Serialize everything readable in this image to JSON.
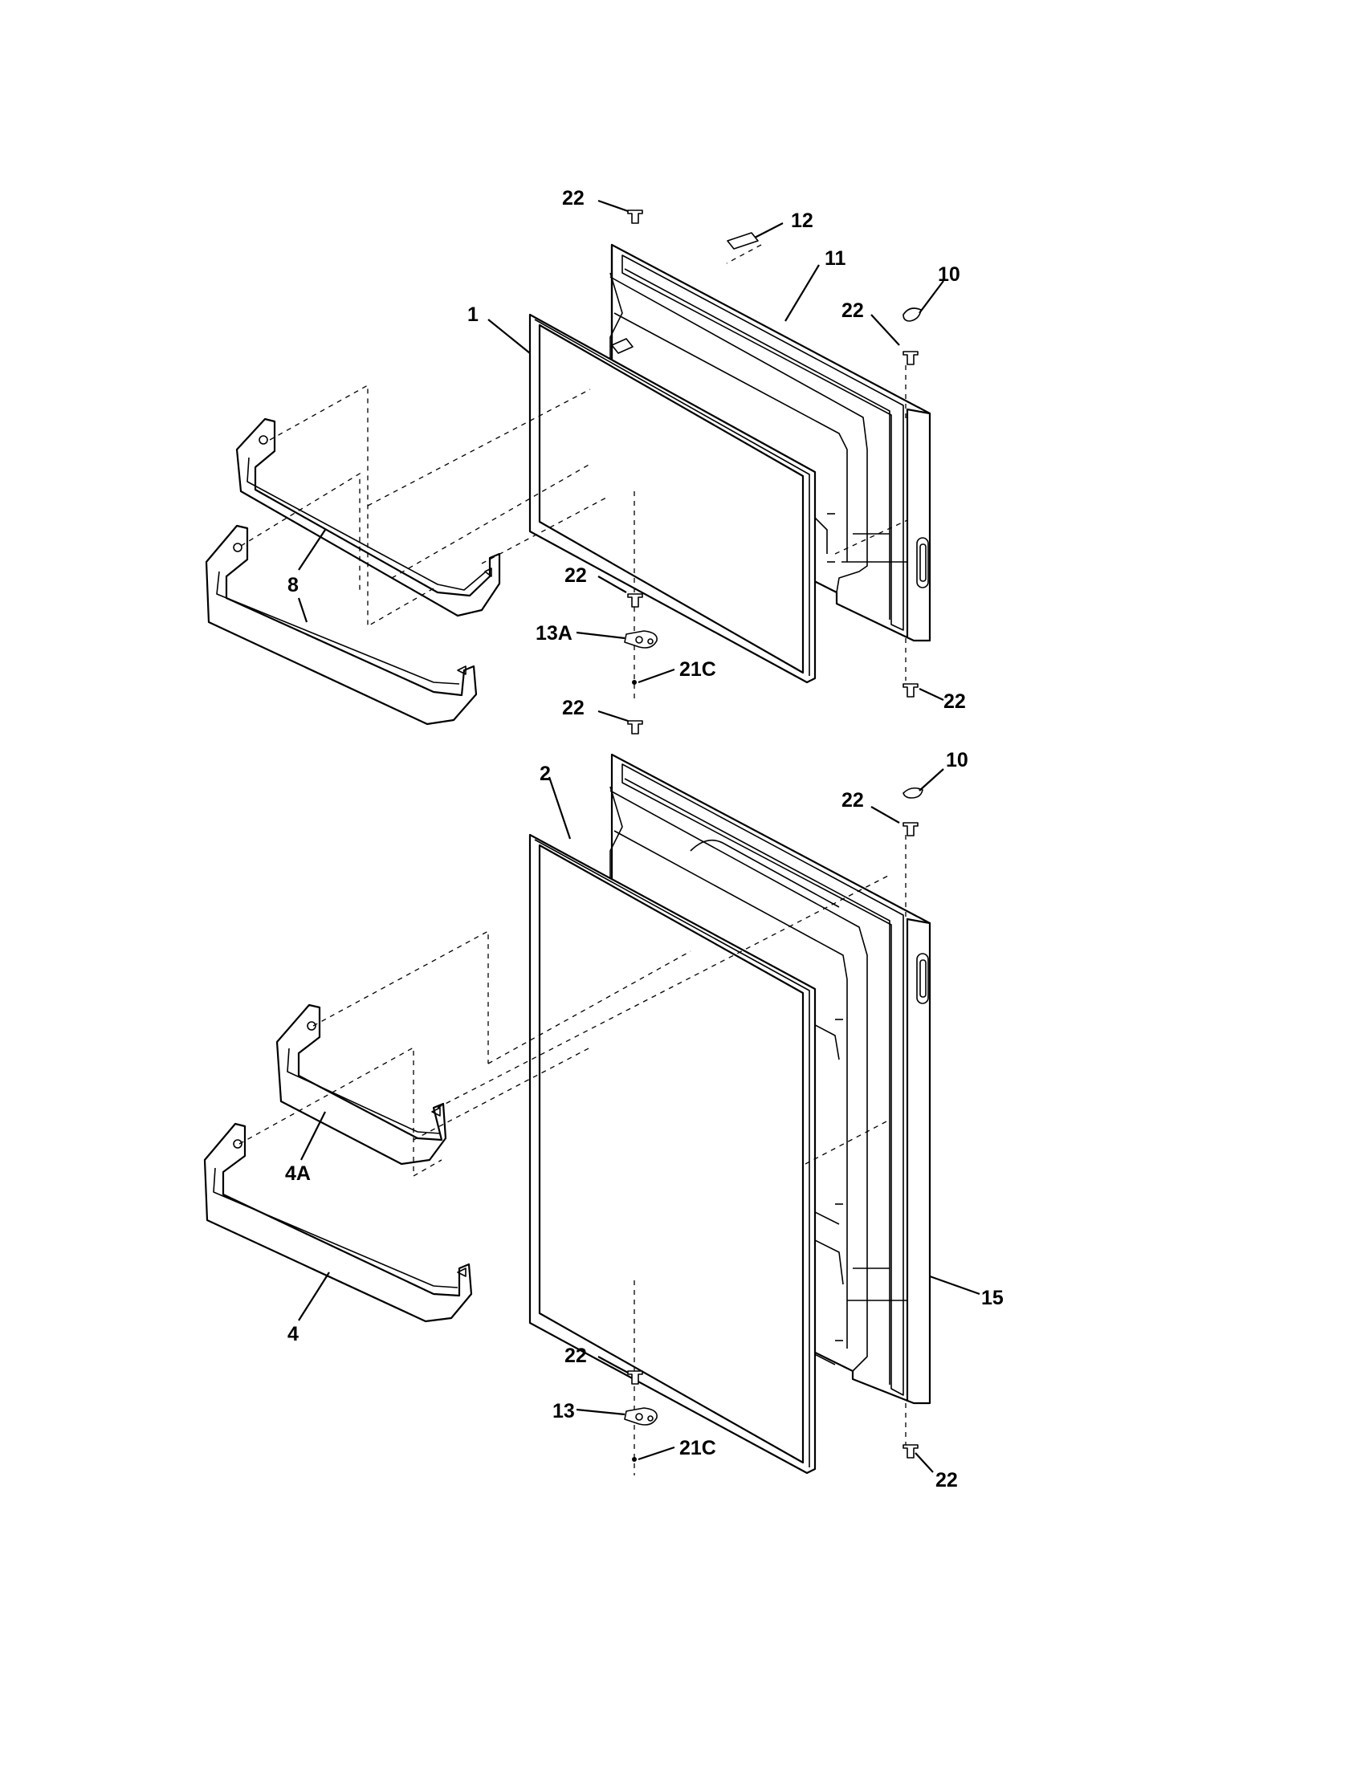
{
  "diagram": {
    "callouts": {
      "c22_top": "22",
      "c12": "12",
      "c11": "11",
      "c10_upper": "10",
      "c22_upper_right": "22",
      "c1": "1",
      "c8": "8",
      "c22_upper_hinge": "22",
      "c13A": "13A",
      "c21C_upper": "21C",
      "c22_upper_bottom": "22",
      "c22_mid": "22",
      "c2": "2",
      "c10_lower": "10",
      "c22_lower_right": "22",
      "c4A": "4A",
      "c4": "4",
      "c15": "15",
      "c22_lower_hinge": "22",
      "c13": "13",
      "c21C_lower": "21C",
      "c22_lower_bottom": "22"
    }
  }
}
